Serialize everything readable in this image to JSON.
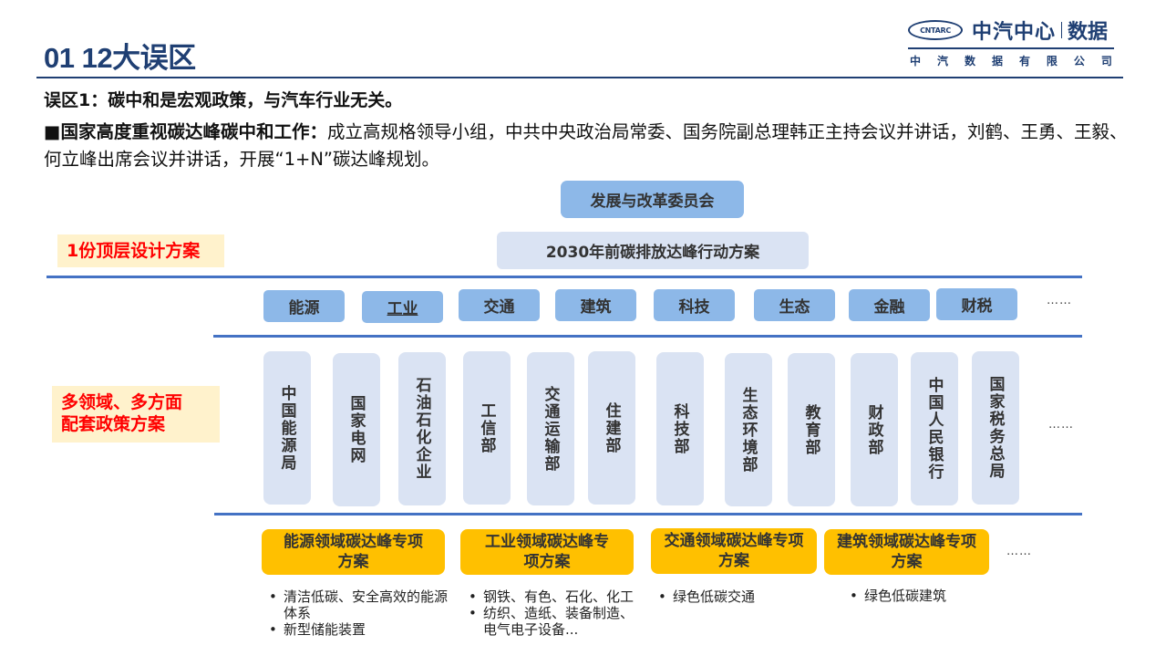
{
  "header": {
    "title": "01 12大误区",
    "logo": {
      "emblem_text": "CNTARC",
      "name": "中汽中心",
      "suffix": "数据",
      "subtitle_chars": [
        "中",
        "汽",
        "数",
        "据",
        "有",
        "限",
        "公",
        "司"
      ]
    }
  },
  "content": {
    "myth": "误区1：碳中和是宏观政策，与汽车行业无关。",
    "paragraph": {
      "bullet": "■",
      "bold_lead": "国家高度重视碳达峰碳中和工作：",
      "body": "成立高规格领导小组，中共中央政治局常委、国务院副总理韩正主持会议并讲话，刘鹤、王勇、王毅、何立峰出席会议并讲话，开展“1+N”碳达峰规划。"
    }
  },
  "diagram": {
    "labels": {
      "top_design": "1份顶层设计方案",
      "multi_line1": "多领域、多方面",
      "multi_line2": "配套政策方案"
    },
    "ndrc": "发展与改革委员会",
    "action_plan": "2030年前碳排放达峰行动方案",
    "sectors": [
      "能源",
      "工业",
      "交通",
      "建筑",
      "科技",
      "生态",
      "金融",
      "财税"
    ],
    "sector_more": "……",
    "departments": [
      "中国能源局",
      "国家电网",
      "石油石化企业",
      "工信部",
      "交通运输部",
      "住建部",
      "科技部",
      "生态环境部",
      "教育部",
      "财政部",
      "中国人民银行",
      "国家税务总局"
    ],
    "department_more": "……",
    "special_plans": [
      {
        "title_line1": "能源领域碳达峰专项",
        "title_line2": "方案",
        "bullets": [
          "清洁低碳、安全高效的能源体系",
          "新型储能装置"
        ]
      },
      {
        "title_line1": "工业领域碳达峰专",
        "title_line2": "项方案",
        "bullets": [
          "钢铁、有色、石化、化工",
          "纺织、造纸、装备制造、电气电子设备..."
        ]
      },
      {
        "title_line1": "交通领域碳达峰专项",
        "title_line2": "方案",
        "bullets": [
          "绿色低碳交通"
        ]
      },
      {
        "title_line1": "建筑领域碳达峰专项",
        "title_line2": "方案",
        "bullets": [
          "绿色低碳建筑"
        ]
      }
    ],
    "plan_more": "……"
  },
  "colors": {
    "title": "#1f3f73",
    "rule": "#4472c4",
    "sector_fill": "#8db8e8",
    "dept_fill": "#dae3f3",
    "plan_fill": "#ffc000",
    "tag_fill": "#fff2cc",
    "tag_text": "#ff0000"
  }
}
